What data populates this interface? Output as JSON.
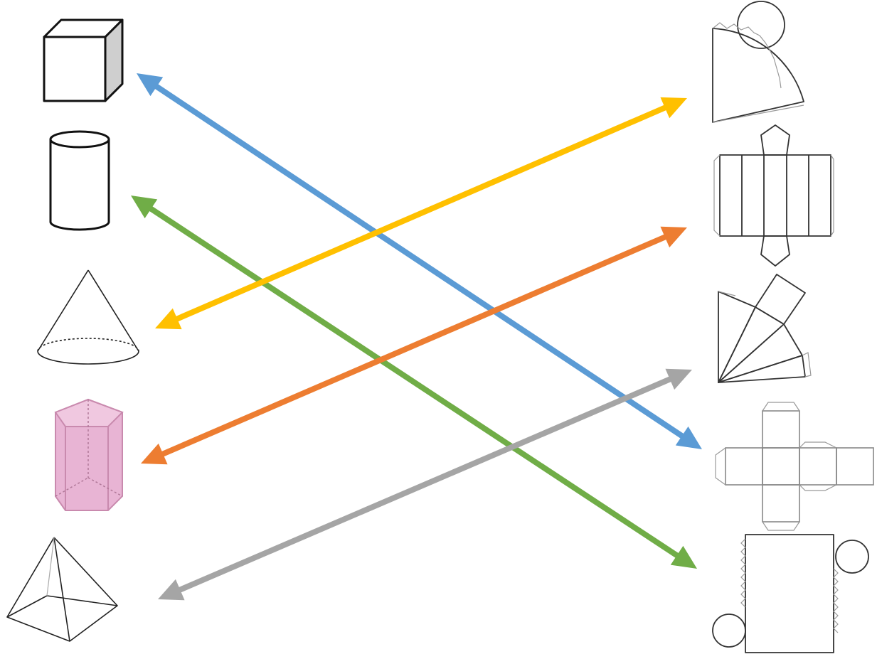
{
  "solids": [
    {
      "id": "cube",
      "icon": "cube-icon"
    },
    {
      "id": "cylinder",
      "icon": "cylinder-icon"
    },
    {
      "id": "cone",
      "icon": "cone-icon"
    },
    {
      "id": "pentagonal-prism",
      "icon": "pentagonal-prism-icon"
    },
    {
      "id": "square-pyramid",
      "icon": "square-pyramid-icon"
    }
  ],
  "nets": [
    {
      "id": "cone-net",
      "icon": "cone-net-icon"
    },
    {
      "id": "pentagonal-prism-net",
      "icon": "pentagonal-prism-net-icon"
    },
    {
      "id": "pyramid-net",
      "icon": "square-pyramid-net-icon"
    },
    {
      "id": "cube-net",
      "icon": "cube-net-icon"
    },
    {
      "id": "cylinder-net",
      "icon": "cylinder-net-icon"
    }
  ],
  "connections": [
    {
      "from": "cube",
      "to": "cube-net",
      "color": "#5b9bd5"
    },
    {
      "from": "cylinder",
      "to": "cylinder-net",
      "color": "#70ad47"
    },
    {
      "from": "cone",
      "to": "cone-net",
      "color": "#ffc000"
    },
    {
      "from": "pentagonal-prism",
      "to": "pentagonal-prism-net",
      "color": "#ed7d31"
    },
    {
      "from": "square-pyramid",
      "to": "pyramid-net",
      "color": "#a5a5a5"
    }
  ],
  "colors": {
    "prism_fill": "#e8b4d4",
    "prism_stroke": "#c98aae",
    "cube_side": "#cfcfcf"
  }
}
